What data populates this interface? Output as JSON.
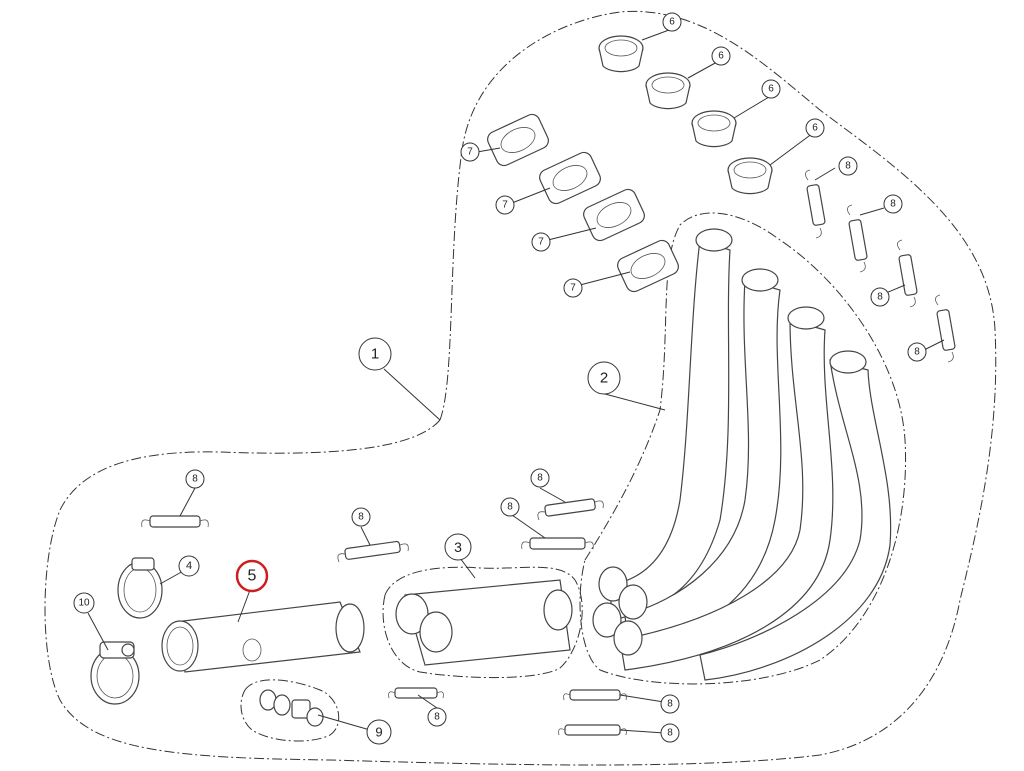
{
  "callouts": {
    "c1": "1",
    "c2": "2",
    "c3": "3",
    "c4": "4",
    "c5": "5",
    "c6a": "6",
    "c6b": "6",
    "c6c": "6",
    "c6d": "6",
    "c7a": "7",
    "c7b": "7",
    "c7c": "7",
    "c7d": "7",
    "c8a": "8",
    "c8b": "8",
    "c8c": "8",
    "c8d": "8",
    "c8e": "8",
    "c8f": "8",
    "c8g": "8",
    "c8h": "8",
    "c8i": "8",
    "c8j": "8",
    "c9": "9",
    "c10": "10"
  },
  "highlight_color": "#cc1f1f",
  "line_color": "#333333"
}
